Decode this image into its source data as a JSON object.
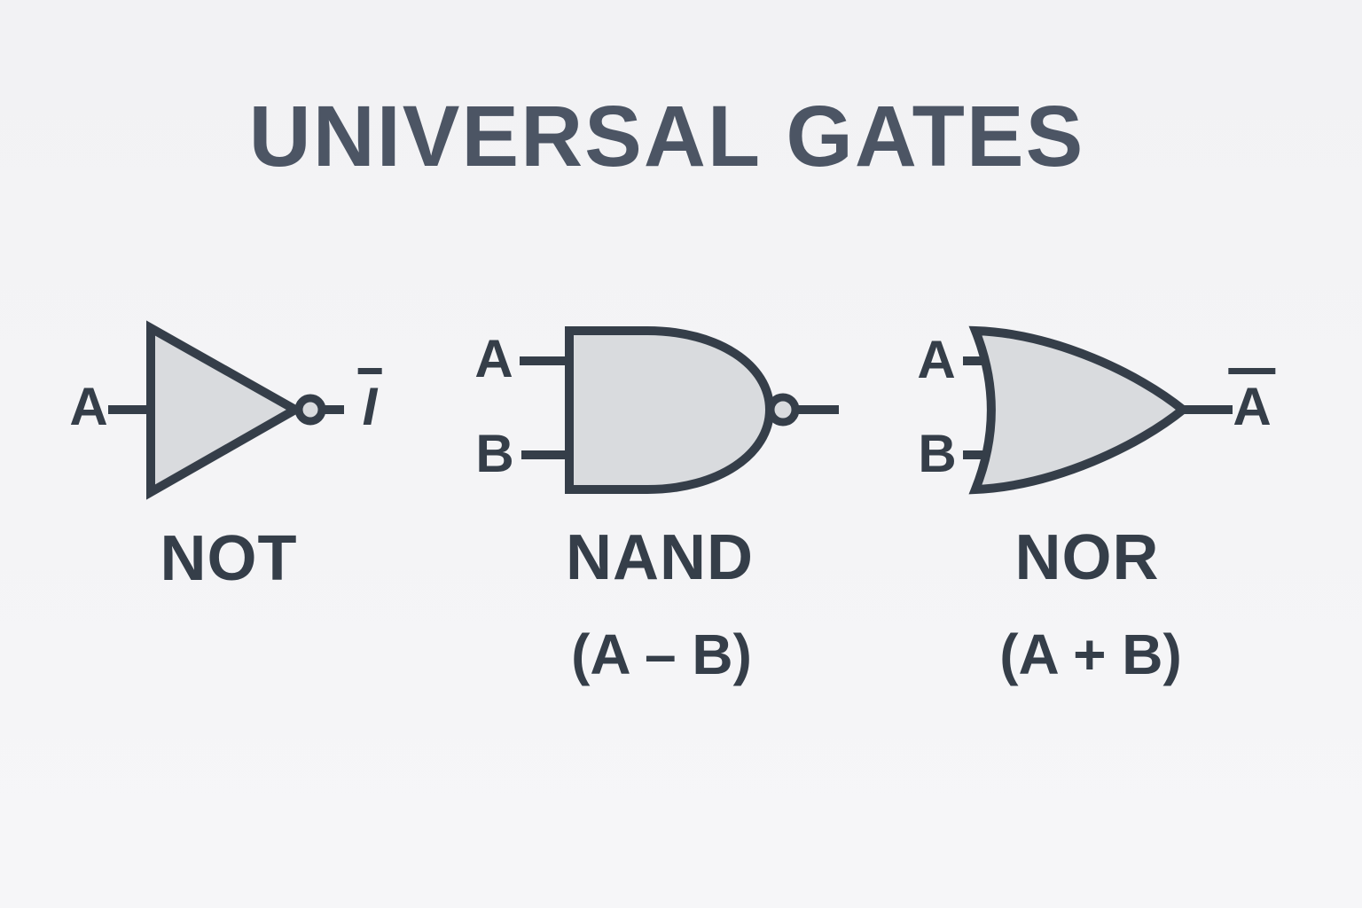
{
  "title": "UNIVERSAL GATES",
  "colors": {
    "background": "#f2f2f4",
    "ink": "#353e49",
    "title_ink": "#4c5564",
    "gate_fill": "#d9dbde"
  },
  "gates": [
    {
      "id": "not",
      "name": "NOT",
      "inputs": [
        "A"
      ],
      "output_label": "I",
      "output_overbar": true,
      "formula": null
    },
    {
      "id": "nand",
      "name": "NAND",
      "inputs": [
        "A",
        "B"
      ],
      "output_label": null,
      "output_overbar": false,
      "formula": "(A – B)"
    },
    {
      "id": "nor",
      "name": "NOR",
      "inputs": [
        "A",
        "B"
      ],
      "output_label": "A",
      "output_overbar": true,
      "formula": "(A + B)"
    }
  ]
}
